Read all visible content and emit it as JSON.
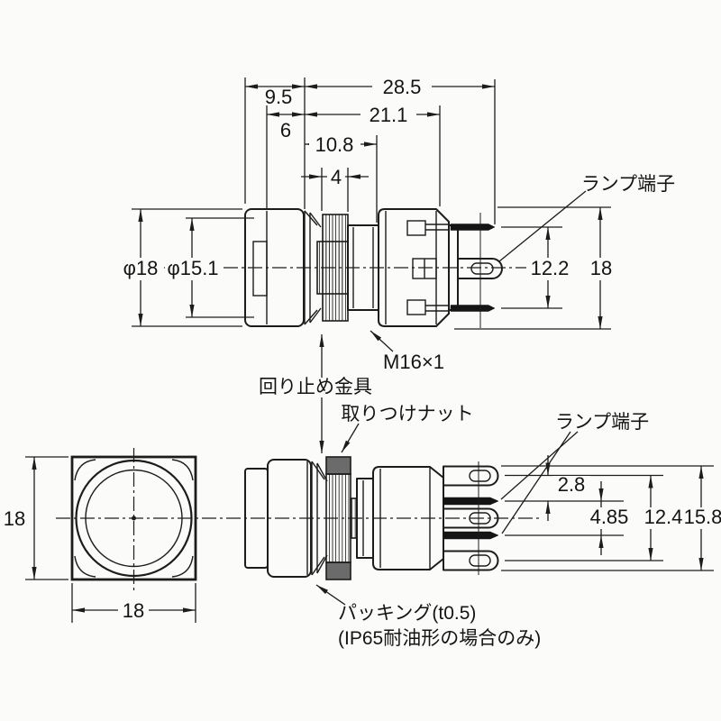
{
  "drawing_type": "pushbutton-switch-dimension-drawing",
  "colors": {
    "background": "#fbfbf9",
    "ink": "#1c1c1c",
    "nut_fill": "#6b6b6b",
    "pin_fill": "#151515"
  },
  "top_view": {
    "dim_overall_depth": "28.5",
    "dim_cap_depth": "9.5",
    "dim_body_depth": "21.1",
    "dim_cap_step": "6",
    "dim_thread_depth": "10.8",
    "dim_ring_thickness": "4",
    "dim_cap_diameter": "φ18",
    "dim_button_diameter": "φ15.1",
    "dim_terminal_pitch": "12.2",
    "dim_body_height": "18",
    "label_lamp_terminal": "ランプ端子",
    "label_thread_spec": "M16×1",
    "label_anti_rotation": "回り止め金具"
  },
  "front_view": {
    "dim_height": "18",
    "dim_width": "18"
  },
  "side_view": {
    "label_mounting_nut": "取りつけナット",
    "label_lamp_terminal": "ランプ端子",
    "dim_lamp_terminal_offset": "2.8",
    "dim_switch_terminal_offset": "4.85",
    "dim_terminal_span": "12.4",
    "dim_total_terminal_span": "15.8",
    "label_packing": "パッキング(t0.5)",
    "label_packing_note": "(IP65耐油形の場合のみ)"
  }
}
